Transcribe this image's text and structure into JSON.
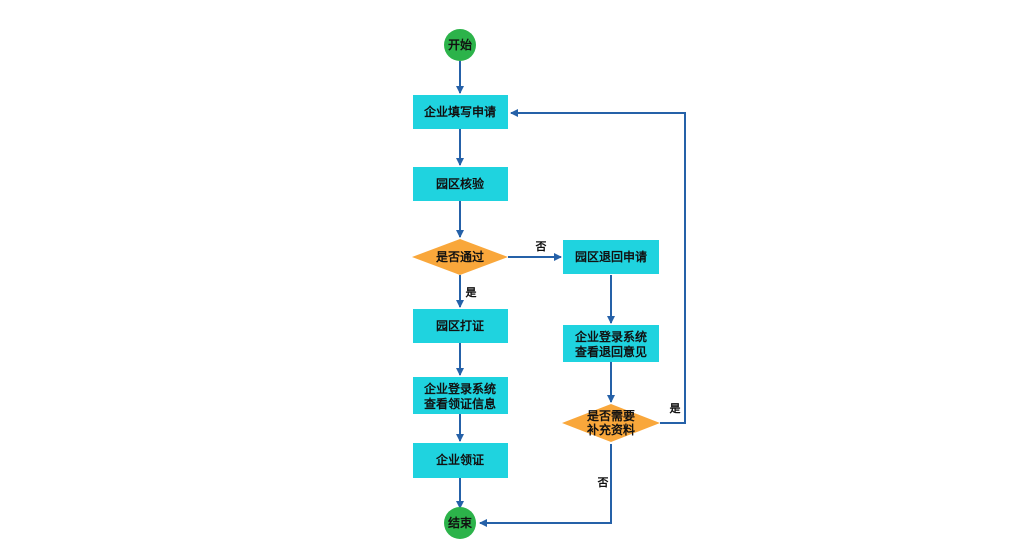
{
  "colors": {
    "terminal": "#2cb34a",
    "process": "#1fd3df",
    "decision": "#f9a73b",
    "arrow": "#2561a8"
  },
  "nodes": {
    "start": "开始",
    "fill_application": "企业填写申请",
    "park_review": "园区核验",
    "passed_decision": "是否通过",
    "park_return": "园区退回申请",
    "view_return_line1": "企业登录系统",
    "view_return_line2": "查看退回意见",
    "need_supplement_line1": "是否需要",
    "need_supplement_line2": "补充资料",
    "park_certify": "园区打证",
    "view_license_line1": "企业登录系统",
    "view_license_line2": "查看领证信息",
    "collect_license": "企业领证",
    "end": "结束"
  },
  "edge_labels": {
    "passed_no": "否",
    "passed_yes": "是",
    "supplement_yes": "是",
    "supplement_no": "否"
  }
}
